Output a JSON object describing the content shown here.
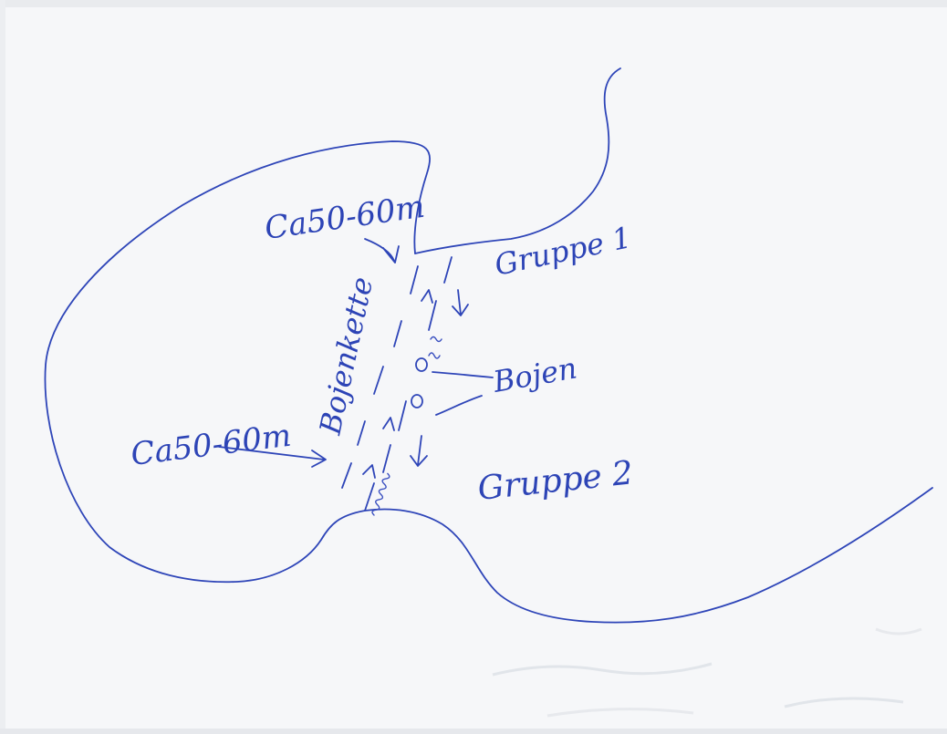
{
  "labels": {
    "depth_top": "Ca50-60m",
    "depth_left": "Ca50-60m",
    "buoy_line": "Bojenkette",
    "group_1": "Gruppe 1",
    "group_2": "Gruppe 2",
    "buoys": "Bojen"
  },
  "colors": {
    "ink": "#2e45b8",
    "paper": "#f6f7f9"
  }
}
